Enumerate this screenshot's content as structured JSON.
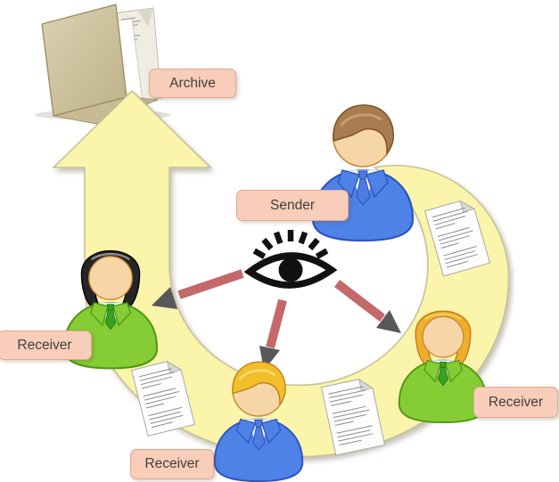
{
  "diagram": {
    "type": "communication-flow-diagram",
    "archive_label": "Archive",
    "people": [
      {
        "id": "sender",
        "label": "Sender",
        "role": "sender",
        "gender": "male",
        "hair": "brown",
        "outfit": "blue"
      },
      {
        "id": "receiver-left",
        "label": "Receiver",
        "role": "receiver",
        "gender": "female",
        "hair": "black",
        "outfit": "green"
      },
      {
        "id": "receiver-bottom",
        "label": "Receiver",
        "role": "receiver",
        "gender": "male",
        "hair": "blond",
        "outfit": "blue"
      },
      {
        "id": "receiver-right",
        "label": "Receiver",
        "role": "receiver",
        "gender": "female",
        "hair": "blonde",
        "outfit": "green"
      }
    ],
    "documents_count": 3,
    "icons": {
      "archive-folder-icon": "open tan folder with papers",
      "eye-icon": "black eye with lashes (monitoring)",
      "document-icon": "white page with text lines and folded corner",
      "flow-band-arrow": "yellow circular flow band ending in upward arrow to archive",
      "watch-arrow": "red arrow with dark gray head from eye to receiver"
    },
    "colors": {
      "band_fill": "#FBF4AB",
      "band_stroke": "#C6C39A",
      "label_fill": "#F8CDB9",
      "label_stroke": "#DFA992",
      "label_text": "#3F3F3F",
      "arrow_shaft": "#C4686A",
      "arrow_head": "#58585B",
      "eye": "#111111",
      "skin": "#F6D6A7",
      "skin_stroke": "#C9873B",
      "suit_blue": "#4E82E6",
      "suit_blue_dark": "#2B55C1",
      "tie_blue": "#4D7BE0",
      "suit_green": "#85CC35",
      "suit_green_dark": "#4F9913",
      "tie_green": "#35A31D",
      "shirt": "#FAFCFF",
      "hair_brown": "#A87C4F",
      "hair_black": "#262626",
      "hair_blond": "#F2BE2A",
      "hair_blonde": "#EFAF2B",
      "doc_fill": "#FDFDFD",
      "doc_stroke": "#A8A8A8",
      "doc_text": "#8C8C8C",
      "folder_front_light": "#DBD2B2",
      "folder_front_dark": "#BEB188",
      "folder_edge": "#998C66"
    }
  }
}
